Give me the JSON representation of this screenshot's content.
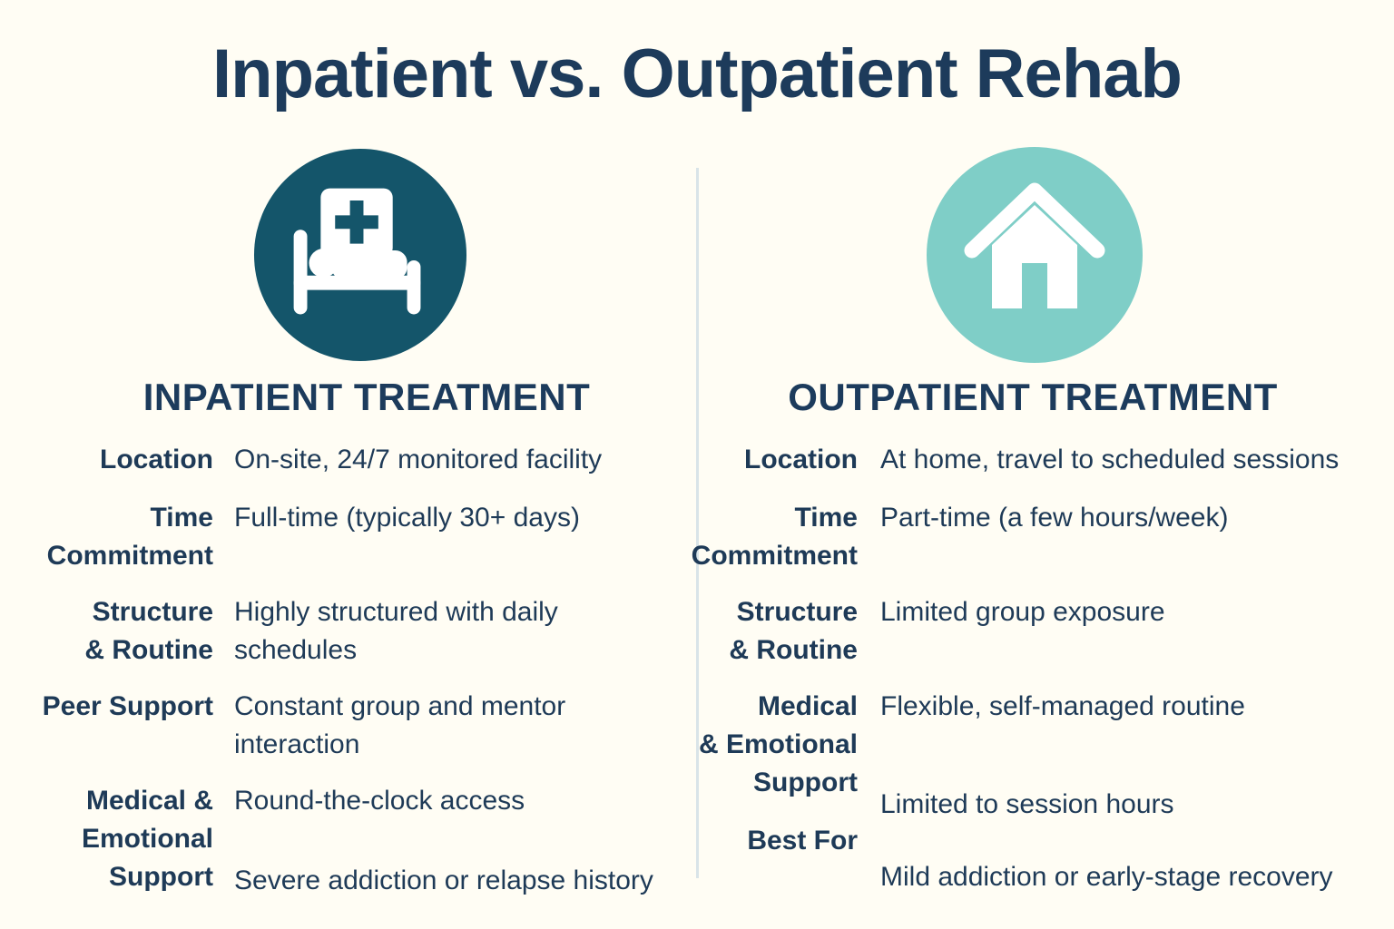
{
  "title": "Inpatient vs. Outpatient Rehab",
  "colors": {
    "background": "#FFFDF4",
    "text_navy": "#1E3A57",
    "dark_teal": "#14556A",
    "light_teal": "#7FCEC7",
    "divider": "#D9E4E8",
    "icon_glyph": "#FFFFFF"
  },
  "columns": [
    {
      "heading": "INPATIENT TREATMENT",
      "icon": "hospital-bed-icon",
      "rows": [
        {
          "label_lines": [
            "Location"
          ],
          "values": [
            "On-site, 24/7 monitored facility"
          ]
        },
        {
          "label_lines": [
            "Time",
            "Commitment"
          ],
          "values": [
            "Full-time (typically 30+ days)"
          ]
        },
        {
          "label_lines": [
            "Structure",
            "& Routine"
          ],
          "values": [
            "Highly structured with daily schedules"
          ]
        },
        {
          "label_lines": [
            "Peer Support"
          ],
          "values": [
            "Constant group and mentor interaction"
          ]
        },
        {
          "label_lines": [
            "Medical &",
            "Emotional",
            "Support"
          ],
          "values": [
            "Round-the-clock access",
            "Severe addiction or relapse history"
          ]
        }
      ]
    },
    {
      "heading": "OUTPATIENT TREATMENT",
      "icon": "house-icon",
      "rows": [
        {
          "label_lines": [
            "Location"
          ],
          "values": [
            "At home, travel to scheduled sessions"
          ]
        },
        {
          "label_lines": [
            "Time",
            "Commitment"
          ],
          "values": [
            "Part-time (a few hours/week)"
          ]
        },
        {
          "label_lines": [
            "Structure",
            "& Routine"
          ],
          "values": [
            "Limited group exposure"
          ]
        },
        {
          "label_lines": [
            "Medical",
            "& Emotional",
            "Support"
          ],
          "values": [
            "Flexible, self-managed routine",
            "Limited to session hours"
          ]
        },
        {
          "label_lines": [
            "Best For"
          ],
          "values": [
            "Mild addiction or early-stage recovery"
          ]
        }
      ]
    }
  ]
}
